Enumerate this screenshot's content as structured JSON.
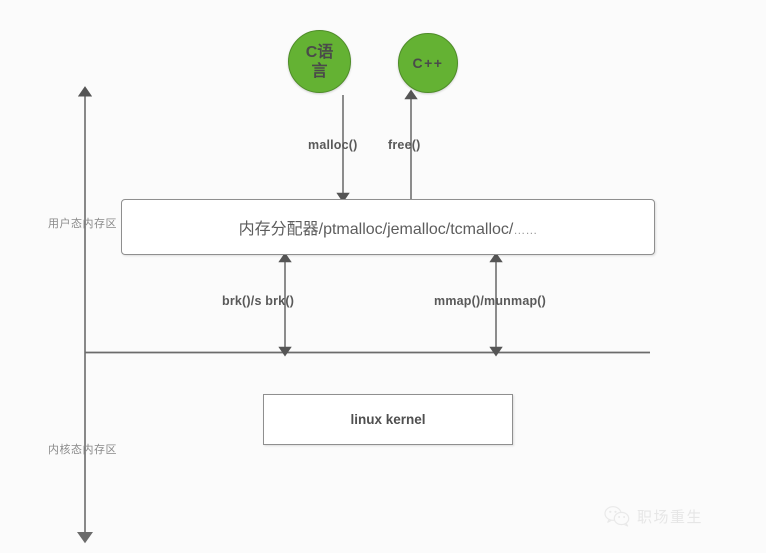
{
  "diagram": {
    "title": "Linux memory allocation architecture",
    "background_color": "#fbfbfb",
    "accent_color": "#64b233",
    "line_color": "#6b6b6b",
    "nodes": {
      "c_language": {
        "label_line1": "C",
        "label_line2": "语言",
        "shape": "circle",
        "fill": "#64b233"
      },
      "cpp": {
        "label": "C++",
        "shape": "circle",
        "fill": "#64b233"
      },
      "allocator": {
        "label": "内存分配器/ptmalloc/jemalloc/tcmalloc/",
        "label_tail": "……",
        "shape": "rounded-rect"
      },
      "kernel": {
        "label": "linux kernel",
        "shape": "rect"
      }
    },
    "edges": {
      "malloc": {
        "label": "malloc()",
        "direction": "down",
        "from": "c_language",
        "to": "allocator"
      },
      "free": {
        "label": "free()",
        "direction": "up",
        "from": "allocator",
        "to": "cpp"
      },
      "brk": {
        "label": "brk()/s brk()",
        "direction": "both",
        "from": "allocator",
        "to": "kernel_boundary"
      },
      "mmap": {
        "label": "mmap()/munmap()",
        "direction": "both",
        "from": "allocator",
        "to": "kernel_boundary"
      }
    },
    "axis": {
      "user_zone_label": "用户态内存区",
      "kernel_zone_label": "内核态内存区"
    },
    "watermark": {
      "icon": "wechat-icon",
      "text": "职场重生"
    }
  }
}
